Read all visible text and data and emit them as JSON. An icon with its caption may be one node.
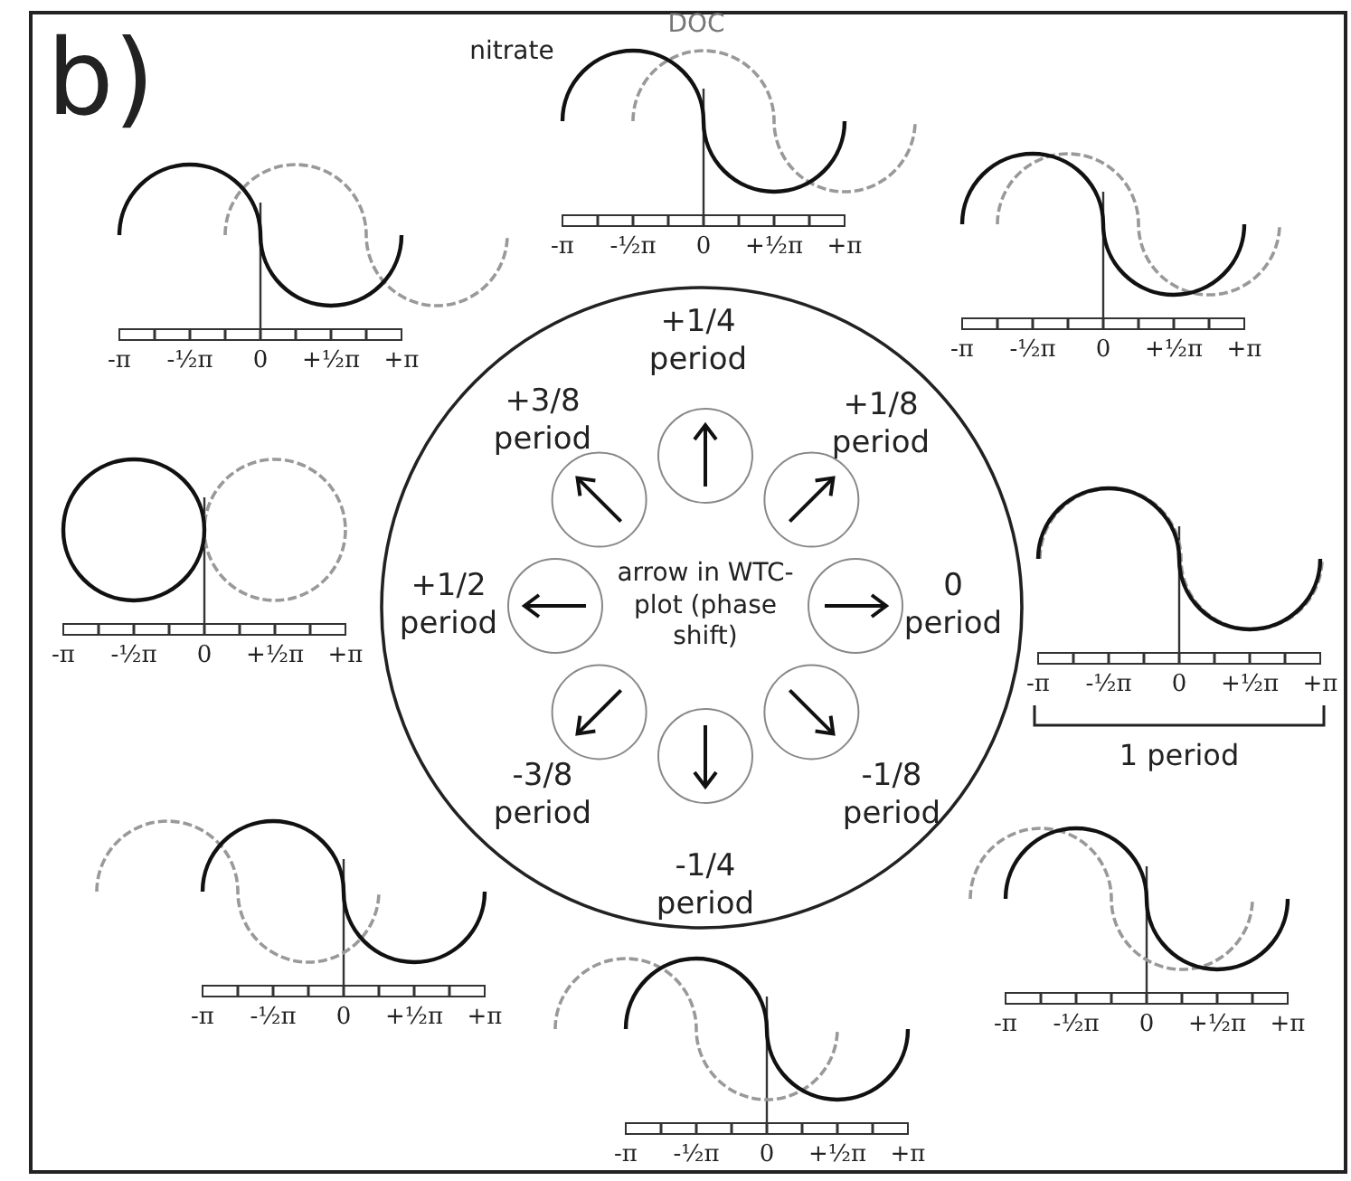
{
  "diagram": {
    "nodes": [
      {
        "text": [
          "+1/4 period",
          "+3/8 period",
          "+1/8 period",
          "+1/2 period",
          "arrow in WTC-plot (phase shift)",
          "0 period",
          "-3/8 period",
          "-1/8 period",
          "-1/4 period"
        ]
      }
    ],
    "labels": [
      "b)",
      "nitrate",
      "DOC",
      "-π",
      "-½π",
      "0",
      "+½π",
      "+π",
      "-π",
      "-½π",
      "0",
      "+½π",
      "+π",
      "-π",
      "-½π",
      "0",
      "+½π",
      "+π",
      "-π",
      "-½π",
      "0",
      "+½π",
      "+π",
      "-π",
      "-½π",
      "0",
      "+½π",
      "+π",
      "1 period",
      "-π",
      "-½π",
      "0",
      "+½π",
      "+π",
      "-π",
      "-½π",
      "0",
      "+½π",
      "+π",
      "-π",
      "-½π",
      "0",
      "+½π",
      "+π"
    ]
  }
}
